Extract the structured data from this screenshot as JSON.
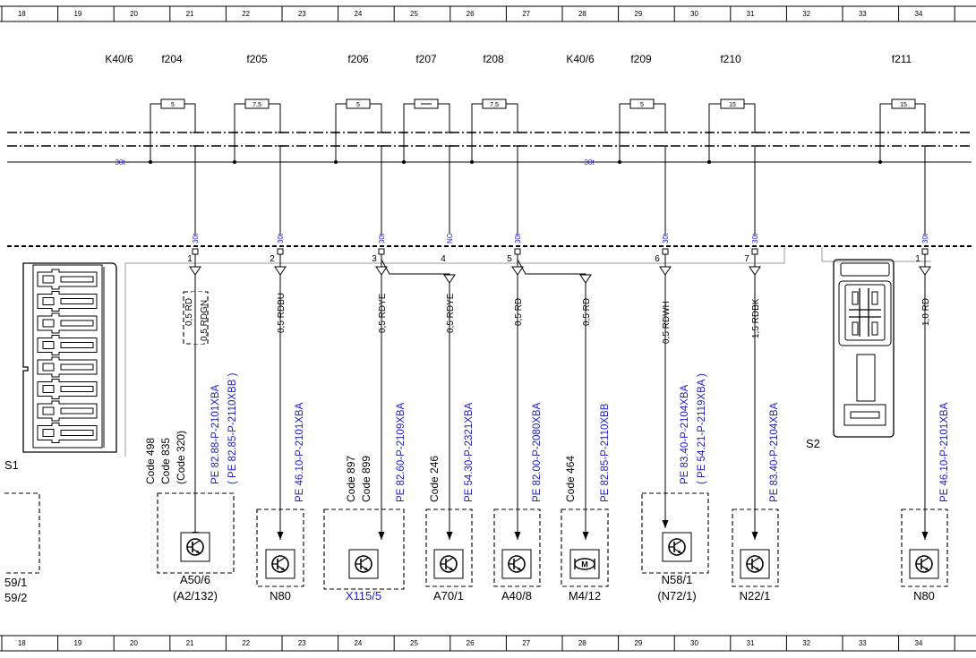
{
  "grid": {
    "numbers": [
      "18",
      "19",
      "20",
      "21",
      "22",
      "23",
      "24",
      "25",
      "26",
      "27",
      "28",
      "29",
      "30",
      "31",
      "32",
      "33",
      "34"
    ]
  },
  "relays": [
    "K40/6",
    "K40/6"
  ],
  "fuses": [
    {
      "name": "f204",
      "value": "5"
    },
    {
      "name": "f205",
      "value": "7,5"
    },
    {
      "name": "f206",
      "value": "5"
    },
    {
      "name": "f207",
      "value": ""
    },
    {
      "name": "f208",
      "value": "7,5"
    },
    {
      "name": "f209",
      "value": "5"
    },
    {
      "name": "f210",
      "value": "15"
    },
    {
      "name": "f211",
      "value": "15"
    }
  ],
  "bus_labels": [
    "30t",
    "30t"
  ],
  "terminal_labels": [
    "30t",
    "30t",
    "30t",
    "NC",
    "30t",
    "30t",
    "30t",
    "30t"
  ],
  "pins": [
    "1",
    "2",
    "3",
    "4",
    "5",
    "6",
    "7",
    "1"
  ],
  "wires": [
    "0,5 RD",
    "0,5 RDGN",
    "0,5 RDBU",
    "0,5 RDYE",
    "0,5 RDYE",
    "0,5 RD",
    "0,5 RD",
    "0,5 RDWH",
    "1,5 RDBK",
    "1,0 RD"
  ],
  "refs": [
    {
      "line1": "PE 82.88-P-2101XBA",
      "line2": "( PE 82.85-P-2110XBB )"
    },
    {
      "line1": "PE 46.10-P-2101XBA",
      "line2": ""
    },
    {
      "line1": "PE 82.60-P-2109XBA",
      "line2": ""
    },
    {
      "line1": "PE 54.30-P-2321XBA",
      "line2": ""
    },
    {
      "line1": "PE 82.00-P-2080XBA",
      "line2": ""
    },
    {
      "line1": "PE 82.85-P-2110XBB",
      "line2": ""
    },
    {
      "line1": "PE 83.40-P-2104XBA",
      "line2": "( PE 54.21-P-2119XBA )"
    },
    {
      "line1": "PE 83.40-P-2104XBA",
      "line2": ""
    },
    {
      "line1": "PE 46.10-P-2101XBA",
      "line2": ""
    }
  ],
  "codes": [
    {
      "lines": [
        "Code 498",
        "Code 835",
        "(Code 320)"
      ]
    },
    {
      "lines": [
        "Code 897",
        "Code 899"
      ]
    },
    {
      "lines": [
        "Code 246"
      ]
    },
    {
      "lines": [
        "Code 464"
      ]
    }
  ],
  "components": [
    {
      "name": "A50/6",
      "sub": "(A2/132)"
    },
    {
      "name": "N80",
      "sub": ""
    },
    {
      "name": "X115/5",
      "sub": ""
    },
    {
      "name": "A70/1",
      "sub": ""
    },
    {
      "name": "A40/8",
      "sub": ""
    },
    {
      "name": "M4/12",
      "sub": ""
    },
    {
      "name": "N58/1",
      "sub": "(N72/1)"
    },
    {
      "name": "N22/1",
      "sub": ""
    },
    {
      "name": "N80",
      "sub": ""
    }
  ],
  "connectors": [
    "S1",
    "S2"
  ],
  "left_edge_labels": [
    "59/1",
    "59/2"
  ],
  "motor_symbol": "M",
  "colors": {
    "line": "#000000",
    "blue_text": "#1c1cc8",
    "grey": "#999999"
  }
}
